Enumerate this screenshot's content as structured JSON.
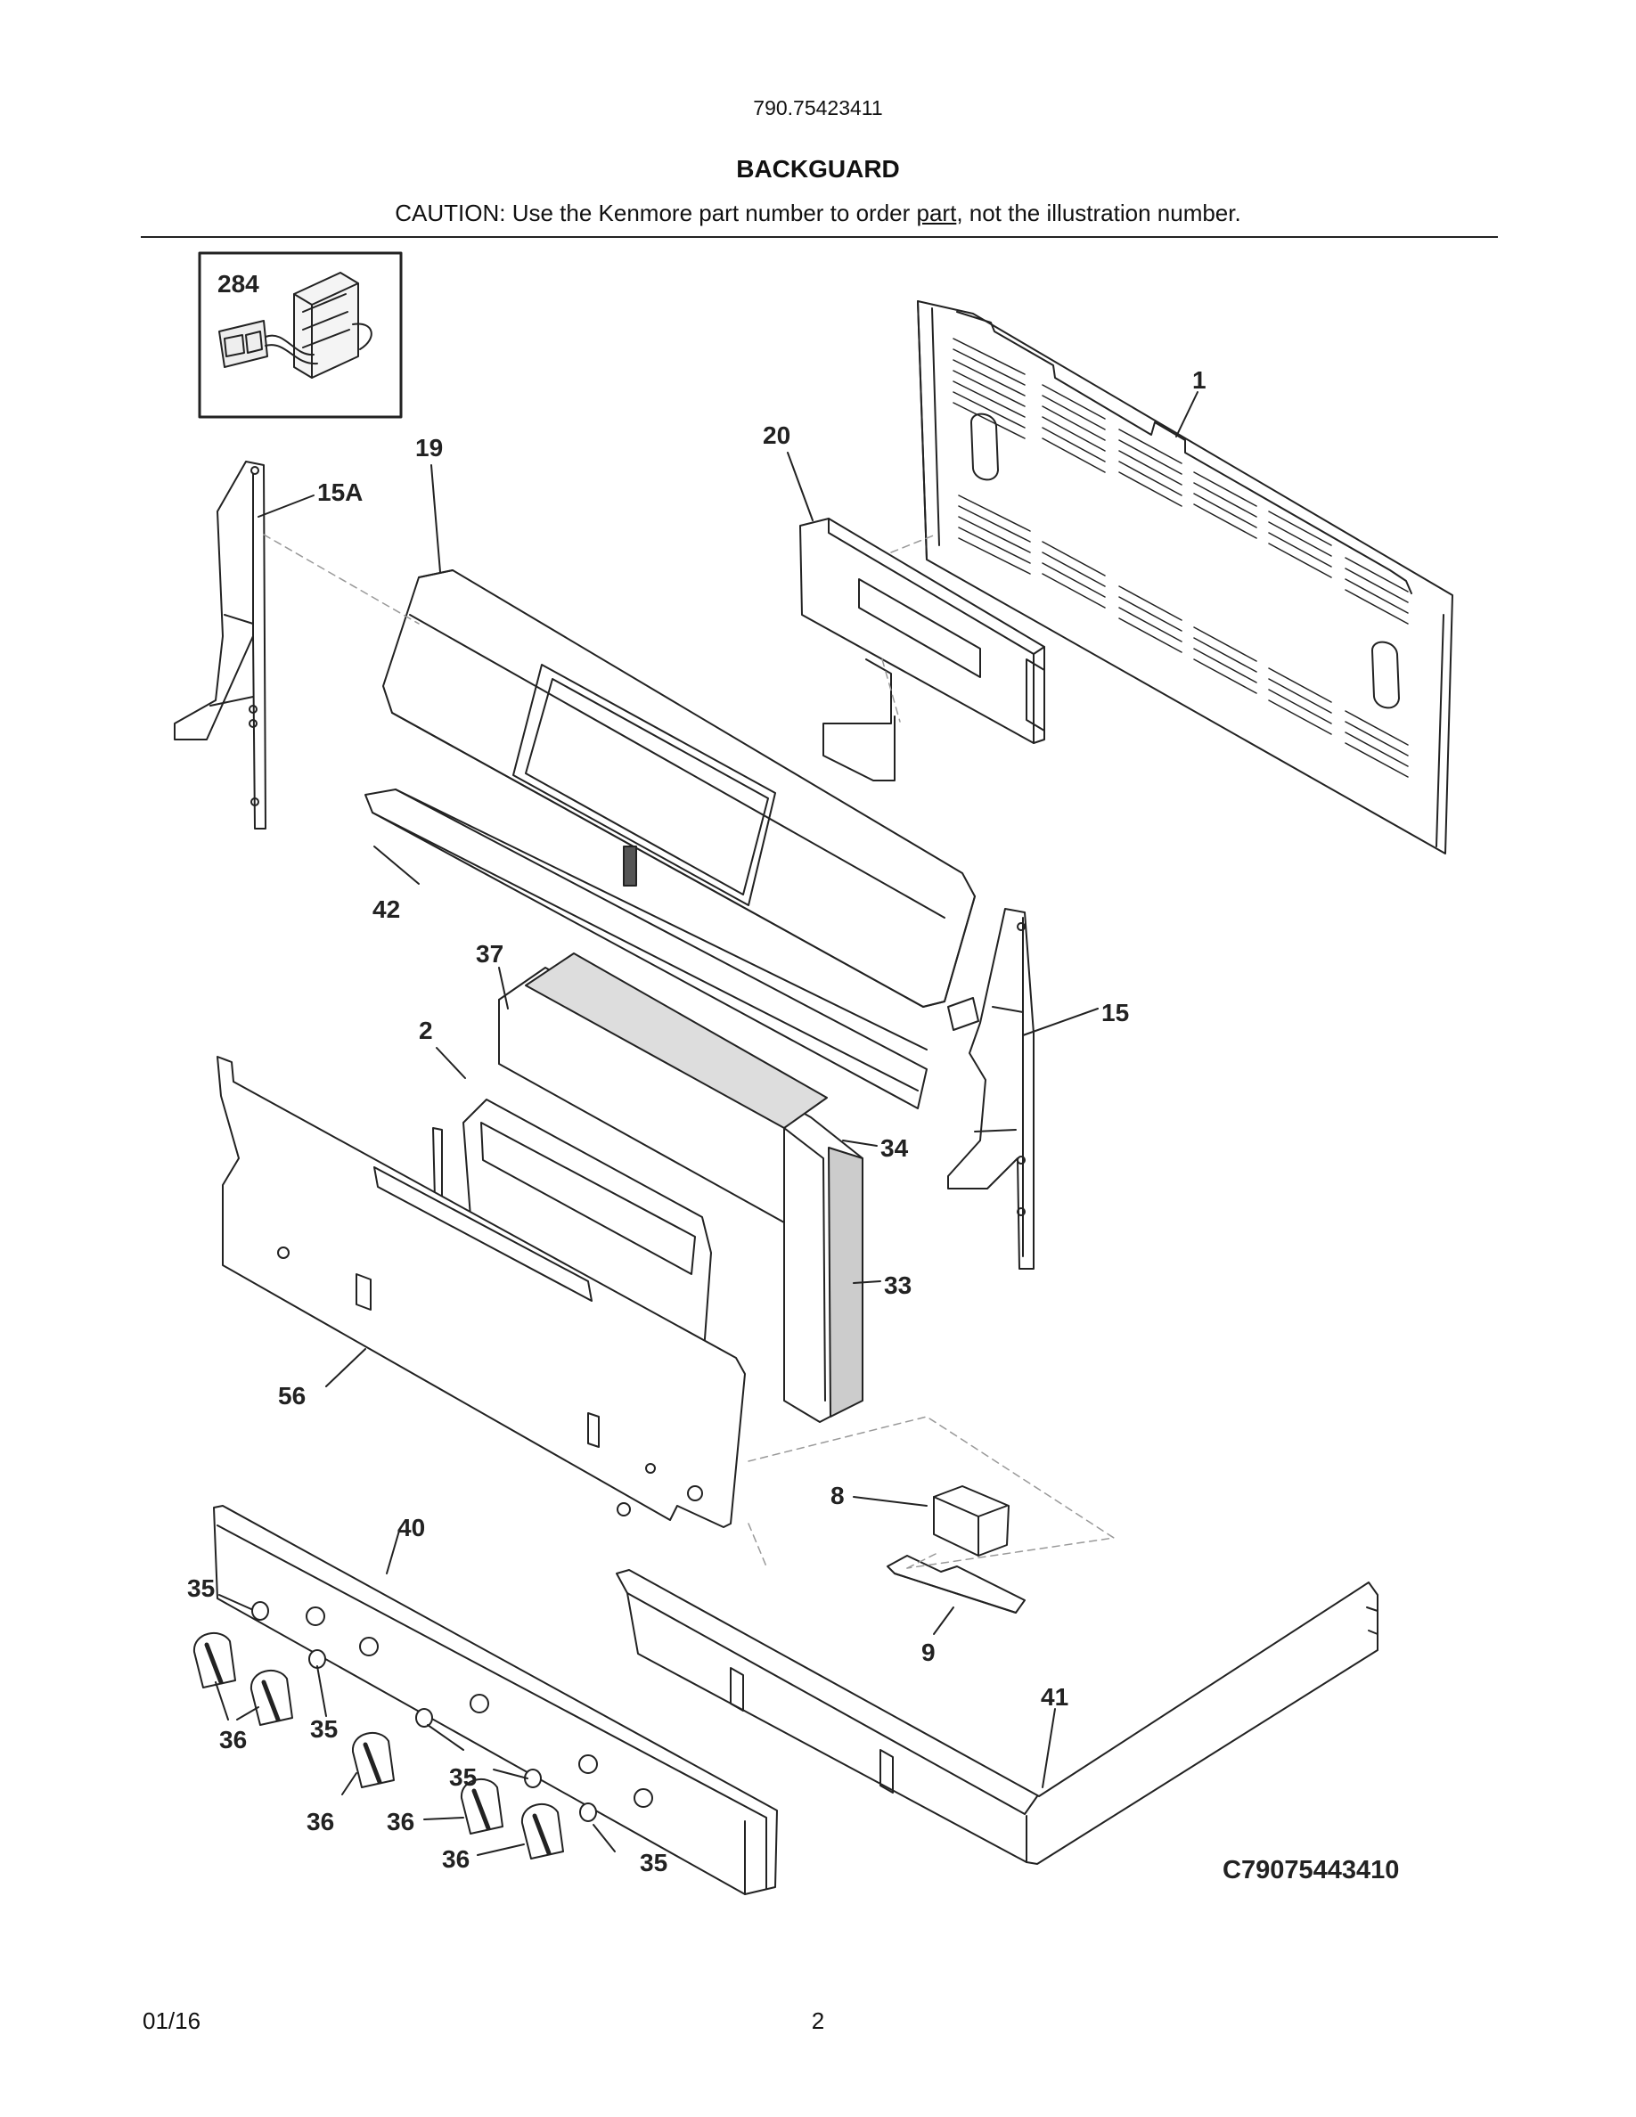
{
  "header": {
    "model_number": "790.75423411",
    "section_title": "BACKGUARD",
    "caution_before": "CAUTION: Use the Kenmore part number to order ",
    "caution_link": "part",
    "caution_after": ", not the illustration number."
  },
  "callouts": {
    "c284": "284",
    "c1": "1",
    "c19": "19",
    "c20": "20",
    "c15A": "15A",
    "c42": "42",
    "c37": "37",
    "c2": "2",
    "c15": "15",
    "c34": "34",
    "c33": "33",
    "c56": "56",
    "c8": "8",
    "c40": "40",
    "c35a": "35",
    "c35b": "35",
    "c35c": "35",
    "c35d": "35",
    "c36a": "36",
    "c36b": "36",
    "c36c": "36",
    "c36d": "36",
    "c9": "9",
    "c41": "41"
  },
  "drawing_number": "C79075443410",
  "footer": {
    "date": "01/16",
    "page": "2"
  }
}
